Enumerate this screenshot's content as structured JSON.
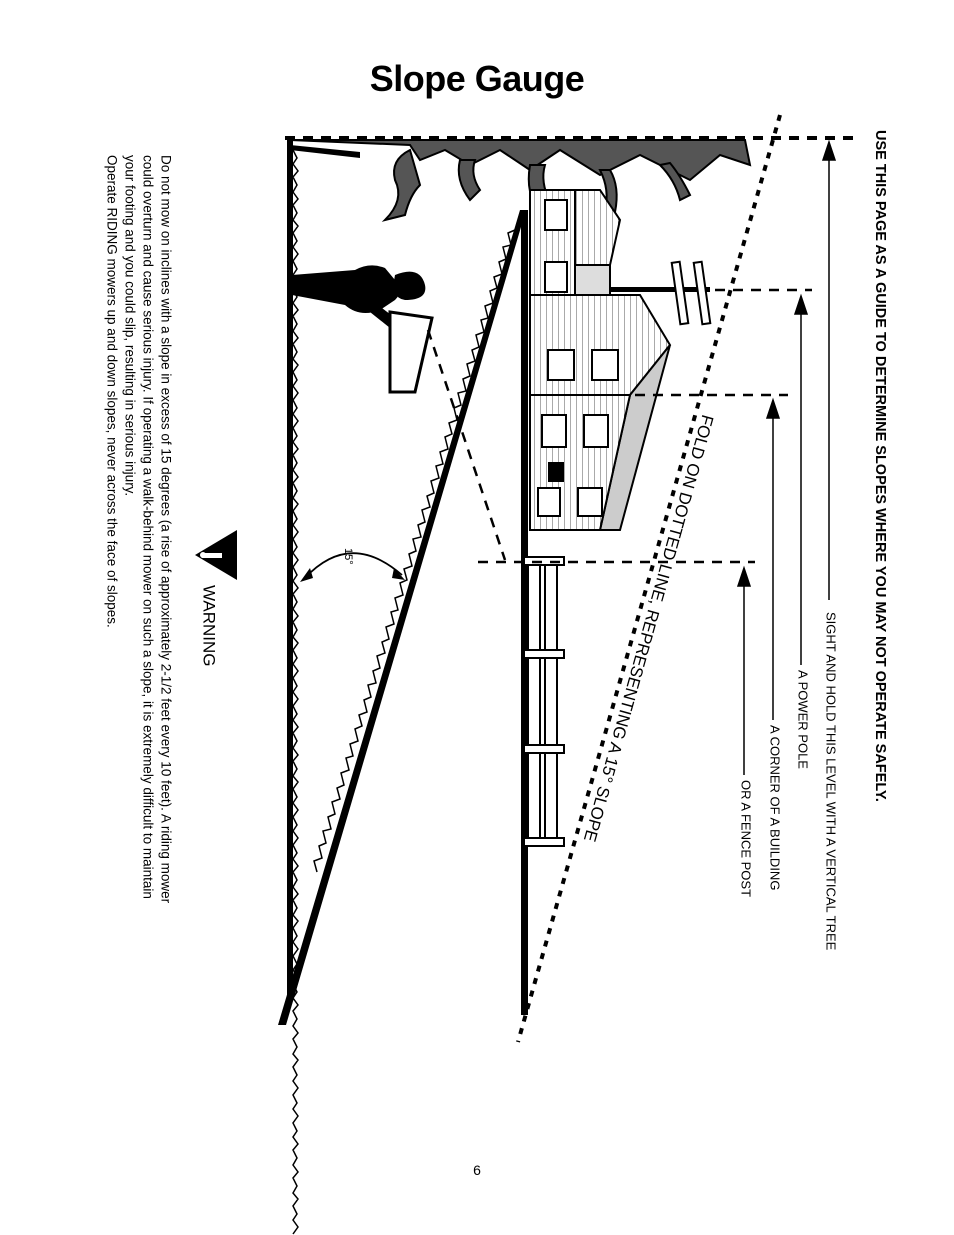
{
  "page": {
    "title": "Slope Gauge",
    "page_number": "6"
  },
  "gauge": {
    "header": "USE THIS PAGE AS A GUIDE TO DETERMINE SLOPES WHERE YOU MAY NOT OPERATE SAFELY.",
    "labels": {
      "tree": "SIGHT AND HOLD THIS LEVEL WITH A VERTICAL TREE",
      "pole": "A POWER POLE",
      "building": "A CORNER OF A BUILDING",
      "fence": "OR A FENCE POST"
    },
    "fold_line": "FOLD ON DOTTED LINE, REPRESENTING A 15° SLOPE",
    "angle": "15°"
  },
  "warning": {
    "heading": "WARNING",
    "lines": [
      "Do not mow on inclines with a slope in excess of 15 degrees (a rise of approximately 2-1/2 feet every 10 feet).  A riding mower",
      "could overturn and cause serious injury.  If operating a walk-behind mower on such a slope, it is extremely difficult to maintain",
      "your footing and you could slip, resulting in serious injury.",
      "Operate RIDING mowers up and down slopes, never across the face of slopes."
    ]
  },
  "icons": {
    "warning": "warning-triangle-icon"
  }
}
